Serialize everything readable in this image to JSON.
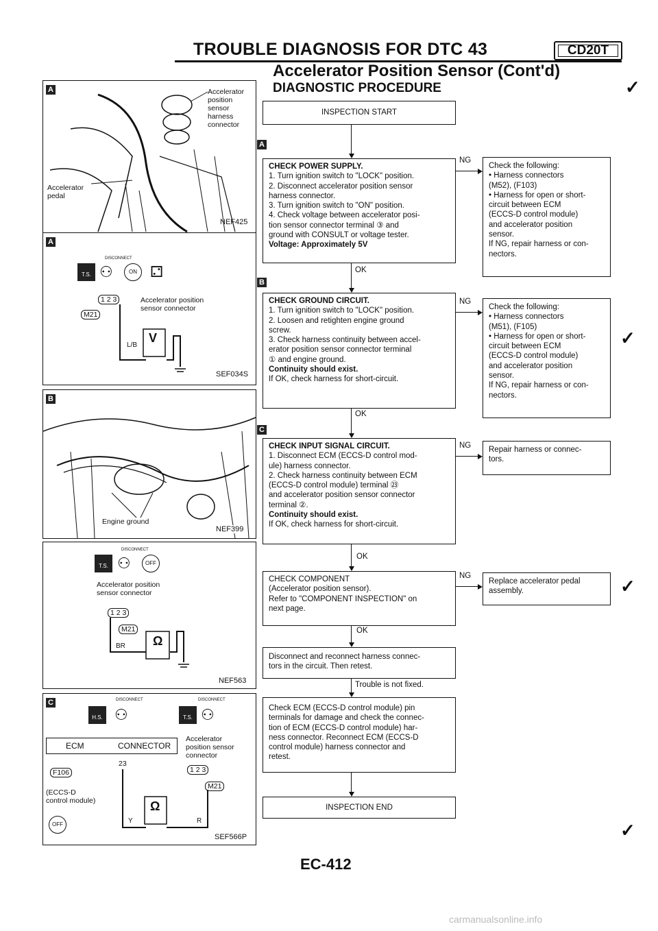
{
  "header": {
    "title": "TROUBLE DIAGNOSIS FOR DTC 43",
    "engine_badge": "CD20T",
    "section_title": "Accelerator Position Sensor (Cont'd)",
    "subtitle": "DIAGNOSTIC PROCEDURE",
    "page_number": "EC-412",
    "watermark": "carmanualsonline.info"
  },
  "figures": {
    "fig1": {
      "letter": "A",
      "label_accel_sensor": [
        "Accelerator",
        "position",
        "sensor",
        "harness",
        "connector"
      ],
      "label_pedal": [
        "Accelerator",
        "pedal"
      ],
      "code": "NEF425"
    },
    "fig2": {
      "letter": "A",
      "disconnect": "DISCONNECT",
      "ts": "T.S.",
      "on": "ON",
      "conn_label": [
        "Accelerator position",
        "sensor connector"
      ],
      "pins": "1 2 3",
      "conn_id": "M21",
      "wire": "L/B",
      "meter": "V",
      "code": "SEF034S"
    },
    "fig3": {
      "letter": "B",
      "ground_label": "Engine ground",
      "code": "NEF399"
    },
    "fig4": {
      "disconnect": "DISCONNECT",
      "ts": "T.S.",
      "off": "OFF",
      "conn_label": [
        "Accelerator position",
        "sensor connector"
      ],
      "pins": "1 2 3",
      "conn_id": "M21",
      "wire": "BR",
      "meter": "Ω",
      "code": "NEF563"
    },
    "fig5": {
      "letter": "C",
      "disconnect": "DISCONNECT",
      "hs": "H.S.",
      "ts": "T.S.",
      "ecm": "ECM",
      "connector": "CONNECTOR",
      "ecm_conn": "F106",
      "pin": "23",
      "ecm_label": [
        "(ECCS-D",
        "control module)"
      ],
      "sensor_label": [
        "Accelerator",
        "position sensor",
        "connector"
      ],
      "pins": "1 2 3",
      "conn_id": "M21",
      "wire_y": "Y",
      "wire_r": "R",
      "meter": "Ω",
      "off": "OFF",
      "code": "SEF566P"
    }
  },
  "flow": {
    "start": "INSPECTION START",
    "step1": {
      "letter": "A",
      "title": "CHECK POWER SUPPLY.",
      "lines": [
        "1. Turn ignition switch to \"LOCK\" position.",
        "2. Disconnect accelerator position sensor",
        "    harness connector.",
        "3. Turn ignition switch to \"ON\" position.",
        "4. Check voltage between accelerator posi-",
        "    tion sensor connector terminal ③ and",
        "    ground with CONSULT or voltage tester."
      ],
      "result": "Voltage: Approximately 5V",
      "ng": "NG",
      "ok": "OK",
      "ng_box": [
        "Check the following:",
        "• Harness connectors",
        "   (M52), (F103)",
        "• Harness for open or short-",
        "   circuit between ECM",
        "   (ECCS-D control module)",
        "   and accelerator position",
        "   sensor.",
        "If NG, repair harness or con-",
        "nectors."
      ]
    },
    "step2": {
      "letter": "B",
      "title": "CHECK GROUND CIRCUIT.",
      "lines": [
        "1. Turn ignition switch to \"LOCK\" position.",
        "2. Loosen and retighten engine ground",
        "    screw.",
        "3. Check harness continuity between accel-",
        "    erator position sensor connector terminal",
        "    ① and engine ground."
      ],
      "result": "Continuity should exist.",
      "after": "If OK, check harness for short-circuit.",
      "ng": "NG",
      "ok": "OK",
      "ng_box": [
        "Check the following:",
        "• Harness connectors",
        "   (M51), (F105)",
        "• Harness for open or short-",
        "   circuit between ECM",
        "   (ECCS-D control module)",
        "   and accelerator position",
        "   sensor.",
        "If NG, repair harness or con-",
        "nectors."
      ]
    },
    "step3": {
      "letter": "C",
      "title": "CHECK INPUT SIGNAL CIRCUIT.",
      "lines": [
        "1. Disconnect ECM (ECCS-D control mod-",
        "    ule) harness connector.",
        "2. Check harness continuity between ECM",
        "    (ECCS-D control module) terminal ㉓",
        "    and accelerator position sensor connector",
        "    terminal ②."
      ],
      "result": "Continuity should exist.",
      "after": "If OK, check harness for short-circuit.",
      "ng": "NG",
      "ok": "OK",
      "ng_box": [
        "Repair harness or connec-",
        "tors."
      ]
    },
    "step4": {
      "lines": [
        "CHECK COMPONENT",
        "(Accelerator position sensor).",
        "Refer to \"COMPONENT INSPECTION\" on",
        "next page."
      ],
      "ng": "NG",
      "ok": "OK",
      "ng_box": [
        "Replace accelerator pedal",
        "assembly."
      ]
    },
    "step5": {
      "lines": [
        "Disconnect and reconnect harness connec-",
        "tors in the circuit. Then retest."
      ],
      "trouble": "Trouble is not fixed."
    },
    "step6": {
      "lines": [
        "Check ECM (ECCS-D control module) pin",
        "terminals for damage and check the connec-",
        "tion of ECM (ECCS-D control module) har-",
        "ness connector. Reconnect ECM (ECCS-D",
        "control module) harness connector and",
        "retest."
      ]
    },
    "end": "INSPECTION END"
  }
}
